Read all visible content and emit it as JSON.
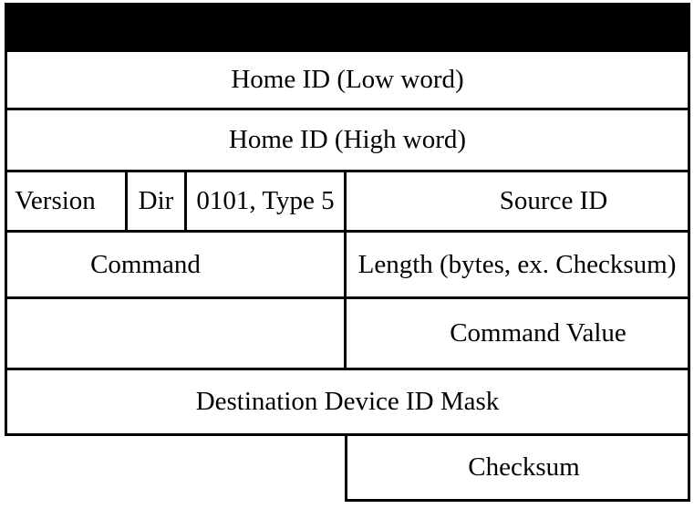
{
  "diagram": {
    "type": "packet-frame-structure",
    "colors": {
      "border": "#000000",
      "header_fill": "#000000",
      "background": "#ffffff",
      "text": "#000000"
    },
    "rows": {
      "home_id_low": "Home ID (Low word)",
      "home_id_high": "Home ID (High word)",
      "version": "Version",
      "dir": "Dir",
      "frame_type": "0101, Type 5",
      "source_id": "Source ID",
      "command": "Command",
      "length": "Length (bytes, ex. Checksum)",
      "command_value": "Command Value",
      "destination_device_id_mask": "Destination Device ID Mask",
      "checksum": "Checksum"
    }
  }
}
